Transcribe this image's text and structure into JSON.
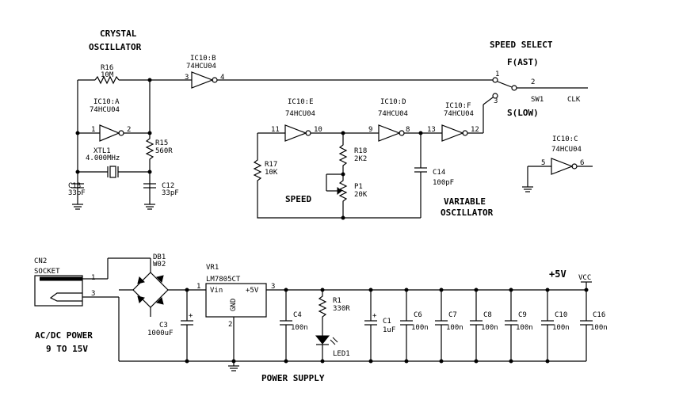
{
  "sections": {
    "crystal_osc_1": "CRYSTAL",
    "crystal_osc_2": "OSCILLATOR",
    "speed_select": "SPEED SELECT",
    "variable_osc_1": "VARIABLE",
    "variable_osc_2": "OSCILLATOR",
    "power_supply": "POWER SUPPLY",
    "acdc_1": "AC/DC POWER",
    "acdc_2": "9 TO 15V",
    "speed": "SPEED",
    "plus5v": "+5V"
  },
  "switch": {
    "fast": "F(AST)",
    "slow": "S(LOW)",
    "ref": "SW1",
    "clk": "CLK",
    "pin1": "1",
    "pin2": "2",
    "pin3": "3"
  },
  "gates": {
    "b_ref": "IC10:B",
    "b_part": "74HCU04",
    "b_in": "3",
    "b_out": "4",
    "a_ref": "IC10:A",
    "a_part": "74HCU04",
    "a_in": "1",
    "a_out": "2",
    "e_ref": "IC10:E",
    "e_part": "74HCU04",
    "e_in": "11",
    "e_out": "10",
    "d_ref": "IC10:D",
    "d_part": "74HCU04",
    "d_in": "9",
    "d_out": "8",
    "f_ref": "IC10:F",
    "f_part": "74HCU04",
    "f_in": "13",
    "f_out": "12",
    "c_ref": "IC10:C",
    "c_part": "74HCU04",
    "c_in": "5",
    "c_out": "6"
  },
  "components": {
    "r16_ref": "R16",
    "r16_val": "10M",
    "r15_ref": "R15",
    "r15_val": "560R",
    "xtl1_ref": "XTL1",
    "xtl1_val": "4.000MHz",
    "c13_ref": "C13",
    "c13_val": "33pF",
    "c12_ref": "C12",
    "c12_val": "33pF",
    "r17_ref": "R17",
    "r17_val": "10K",
    "r18_ref": "R18",
    "r18_val": "2K2",
    "p1_ref": "P1",
    "p1_val": "20K",
    "c14_ref": "C14",
    "c14_val": "100pF",
    "cn2_ref": "CN2",
    "cn2_val": "SOCKET",
    "cn2_p1": "1",
    "cn2_p3": "3",
    "db1_ref": "DB1",
    "db1_val": "W02",
    "vr1_ref": "VR1",
    "vr1_val": "LM7805CT",
    "vr1_in": "Vin",
    "vr1_out": "+5V",
    "vr1_gnd": "GND",
    "vr1_p1": "1",
    "vr1_p2": "2",
    "vr1_p3": "3",
    "c3_ref": "C3",
    "c3_val": "1000uF",
    "c4_ref": "C4",
    "c4_val": "100n",
    "r1_ref": "R1",
    "r1_val": "330R",
    "led1_ref": "LED1",
    "c1_ref": "C1",
    "c1_val": "1uF",
    "c6_ref": "C6",
    "c6_val": "100n",
    "c7_ref": "C7",
    "c7_val": "100n",
    "c8_ref": "C8",
    "c8_val": "100n",
    "c9_ref": "C9",
    "c9_val": "100n",
    "c10_ref": "C10",
    "c10_val": "100n",
    "c16_ref": "C16",
    "c16_val": "100n",
    "vcc": "VCC"
  }
}
